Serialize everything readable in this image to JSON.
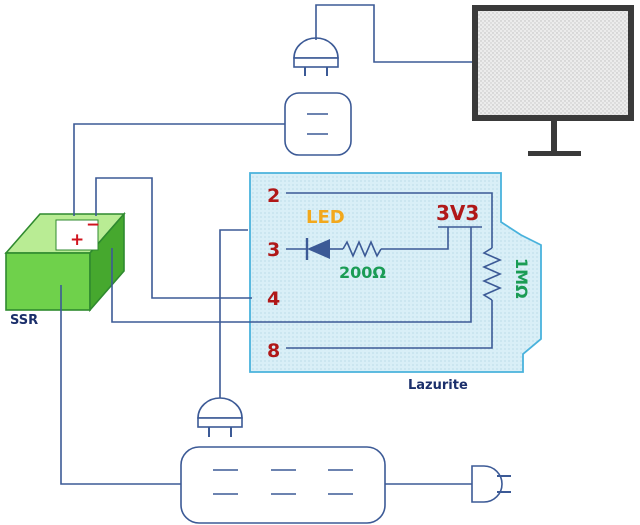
{
  "labels": {
    "ssr": "SSR",
    "board": "Lazurite",
    "led": "LED",
    "voltage": "3V3",
    "resistor_led": "200Ω",
    "resistor_pullup": "1MΩ",
    "ssr_plus": "+",
    "ssr_minus": "−"
  },
  "pins": {
    "p2": "2",
    "p3": "3",
    "p4": "4",
    "p8": "8"
  },
  "colors": {
    "wire": "#3c5a96",
    "board_fill": "#d6eef6",
    "board_stroke": "#49b2dc",
    "ssr_green": "#6fd14b",
    "pin_red": "#b01818",
    "led_orange": "#f2a81c",
    "resistor_green": "#1a9c55"
  }
}
